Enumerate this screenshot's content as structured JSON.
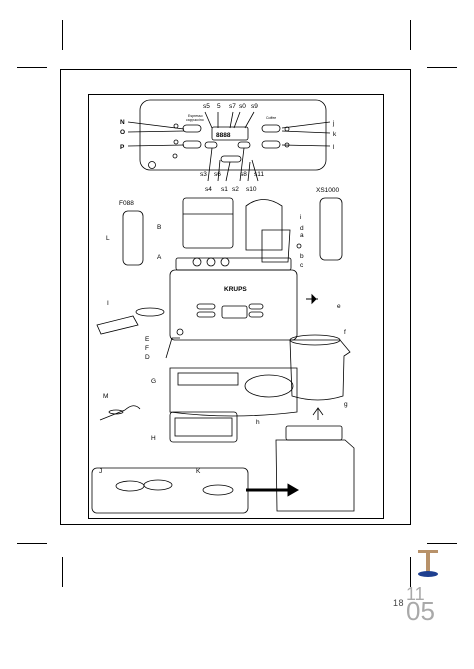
{
  "callouts": {
    "s5a": "s5",
    "s5b": "5",
    "s7": "s7",
    "s0": "s0",
    "s9": "s9",
    "N": "N",
    "O": "O",
    "P": "P",
    "j": "j",
    "k": "k",
    "l": "l",
    "s3": "s3",
    "s6": "s6",
    "s4": "s4",
    "s1": "s1",
    "s2": "s2",
    "s10": "s10",
    "s8": "s8",
    "s11": "s11",
    "B": "B",
    "A": "A",
    "L": "L",
    "I": "I",
    "E": "E",
    "F": "F",
    "D": "D",
    "G": "G",
    "H": "H",
    "M": "M",
    "i": "i",
    "d": "d",
    "a": "a",
    "b": "b",
    "c": "c",
    "e": "e",
    "f": "f",
    "g": "g",
    "h": "h",
    "J": "J",
    "K": "K"
  },
  "accessory_left": "F088",
  "accessory_right": "XS1000",
  "panel_labels": {
    "espresso": "Espresso",
    "cappuccino": "cappuccino",
    "coffee": "Coffee"
  },
  "display_digits": "8888",
  "brand": "KRUPS",
  "page_number": "18",
  "date_top": "11",
  "date_bottom": "05",
  "accent_colors": {
    "logo_gold": "#b8926a",
    "logo_blue": "#1e3f8f",
    "date_gray": "#a9a9a9"
  }
}
